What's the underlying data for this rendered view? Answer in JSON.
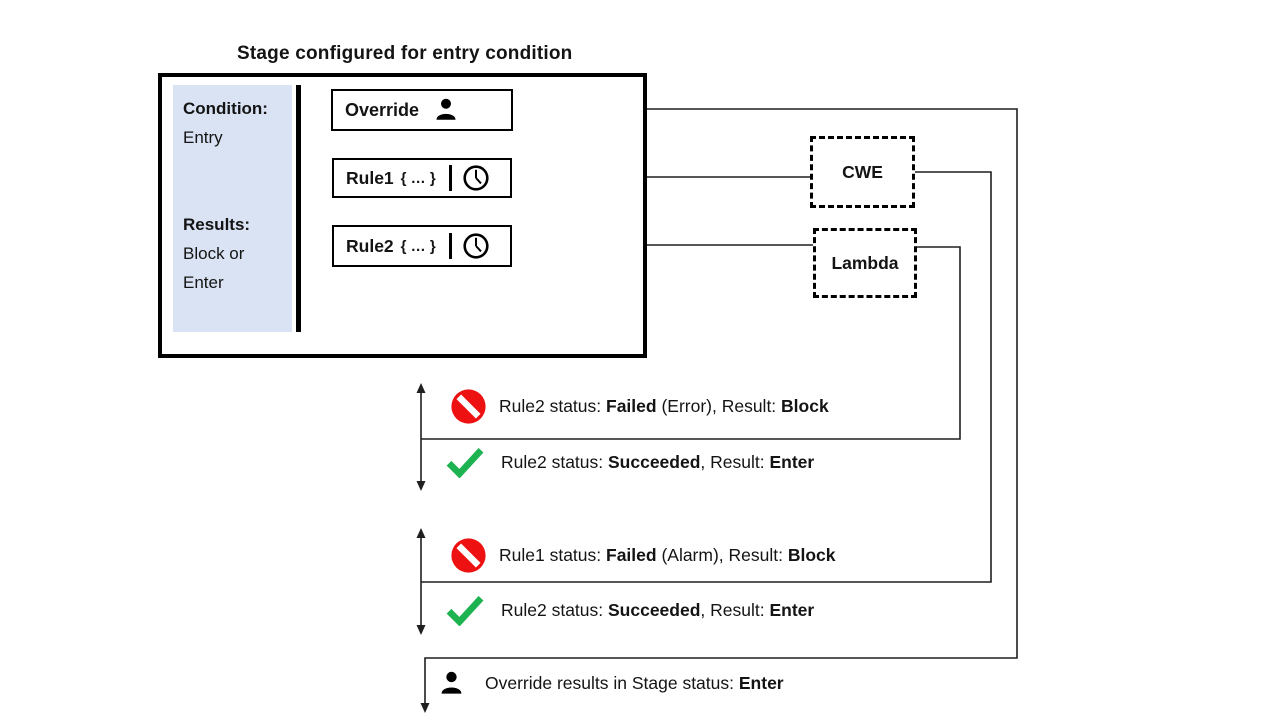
{
  "title": "Stage configured for entry condition",
  "colors": {
    "panel_fill": "#dae3f3",
    "fail_red": "#ee1111",
    "success_green": "#1db350",
    "line_black": "#1f1f1f"
  },
  "stage": {
    "panel": {
      "condition_label": "Condition:",
      "condition_value": "Entry",
      "results_label": "Results:",
      "results_line1": "Block or",
      "results_line2": "Enter"
    },
    "actions": {
      "override": {
        "label": "Override",
        "icon": "person-icon"
      },
      "rule1": {
        "label": "Rule1",
        "detail": "{ … }",
        "icon": "clock-icon"
      },
      "rule2": {
        "label": "Rule2",
        "detail": "{ … }",
        "icon": "clock-icon"
      }
    }
  },
  "services": {
    "cwe_label": "CWE",
    "lambda_label": "Lambda"
  },
  "outcomes": {
    "rule2_failed": {
      "icon": "no-entry-icon",
      "pre": "Rule2 status: ",
      "status": "Failed",
      "mid": " (Error), Result: ",
      "result": "Block"
    },
    "rule2_succeeded": {
      "icon": "checkmark-icon",
      "pre": "Rule2 status: ",
      "status": "Succeeded",
      "mid": ", Result: ",
      "result": "Enter"
    },
    "rule1_failed": {
      "icon": "no-entry-icon",
      "pre": "Rule1 status: ",
      "status": "Failed",
      "mid": " (Alarm), Result: ",
      "result": "Block"
    },
    "rule2_succeeded_2": {
      "icon": "checkmark-icon",
      "pre": "Rule2 status: ",
      "status": "Succeeded",
      "mid": ", Result: ",
      "result": "Enter"
    },
    "override_result": {
      "icon": "person-icon",
      "pre": "Override results in Stage status: ",
      "result": "Enter"
    }
  }
}
